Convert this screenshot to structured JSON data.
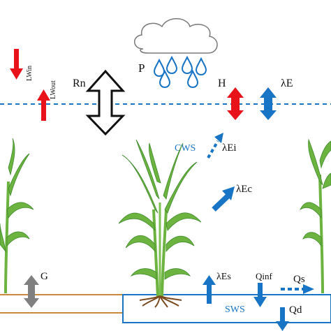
{
  "labels": {
    "lw_in": "LWin",
    "lw_out": "LWout",
    "rn": "Rn",
    "h": "H",
    "le": "λE",
    "p": "P",
    "cws": "CWS",
    "lei": "λEi",
    "lec": "λEc",
    "g": "G",
    "les": "λEs",
    "qinf": "Qinf",
    "qs": "Qs",
    "qd": "Qd",
    "sws": "SWS"
  },
  "colors": {
    "red": "#e8121b",
    "blue": "#1874c4",
    "grey": "#808080",
    "plant_green": "#6db33f",
    "plant_dark": "#3c8a2b",
    "soil_brown": "#c88a3a",
    "root_brown": "#7a4a1e",
    "cloud_stroke": "#7a7a7a"
  },
  "icons": {
    "cloud": "cloud-icon",
    "raindrop": "raindrop-icon",
    "plant": "sugarcane-plant-icon"
  }
}
